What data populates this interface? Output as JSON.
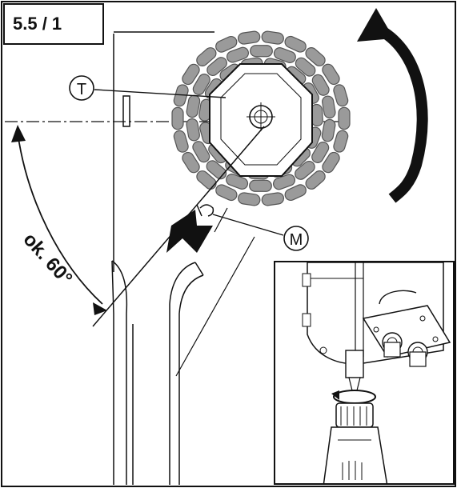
{
  "figure": {
    "label": "5.5 / 1",
    "callouts": {
      "tube": "T",
      "marker": "M"
    },
    "angle": {
      "text": "ok. 60°"
    }
  },
  "colors": {
    "line": "#111111",
    "slat_fill": "#9a9a9a",
    "slat_edge": "#555555",
    "background": "#ffffff"
  },
  "icons": [
    "rotation-arrow-icon",
    "insert-arrow-icon",
    "drill-icon"
  ]
}
